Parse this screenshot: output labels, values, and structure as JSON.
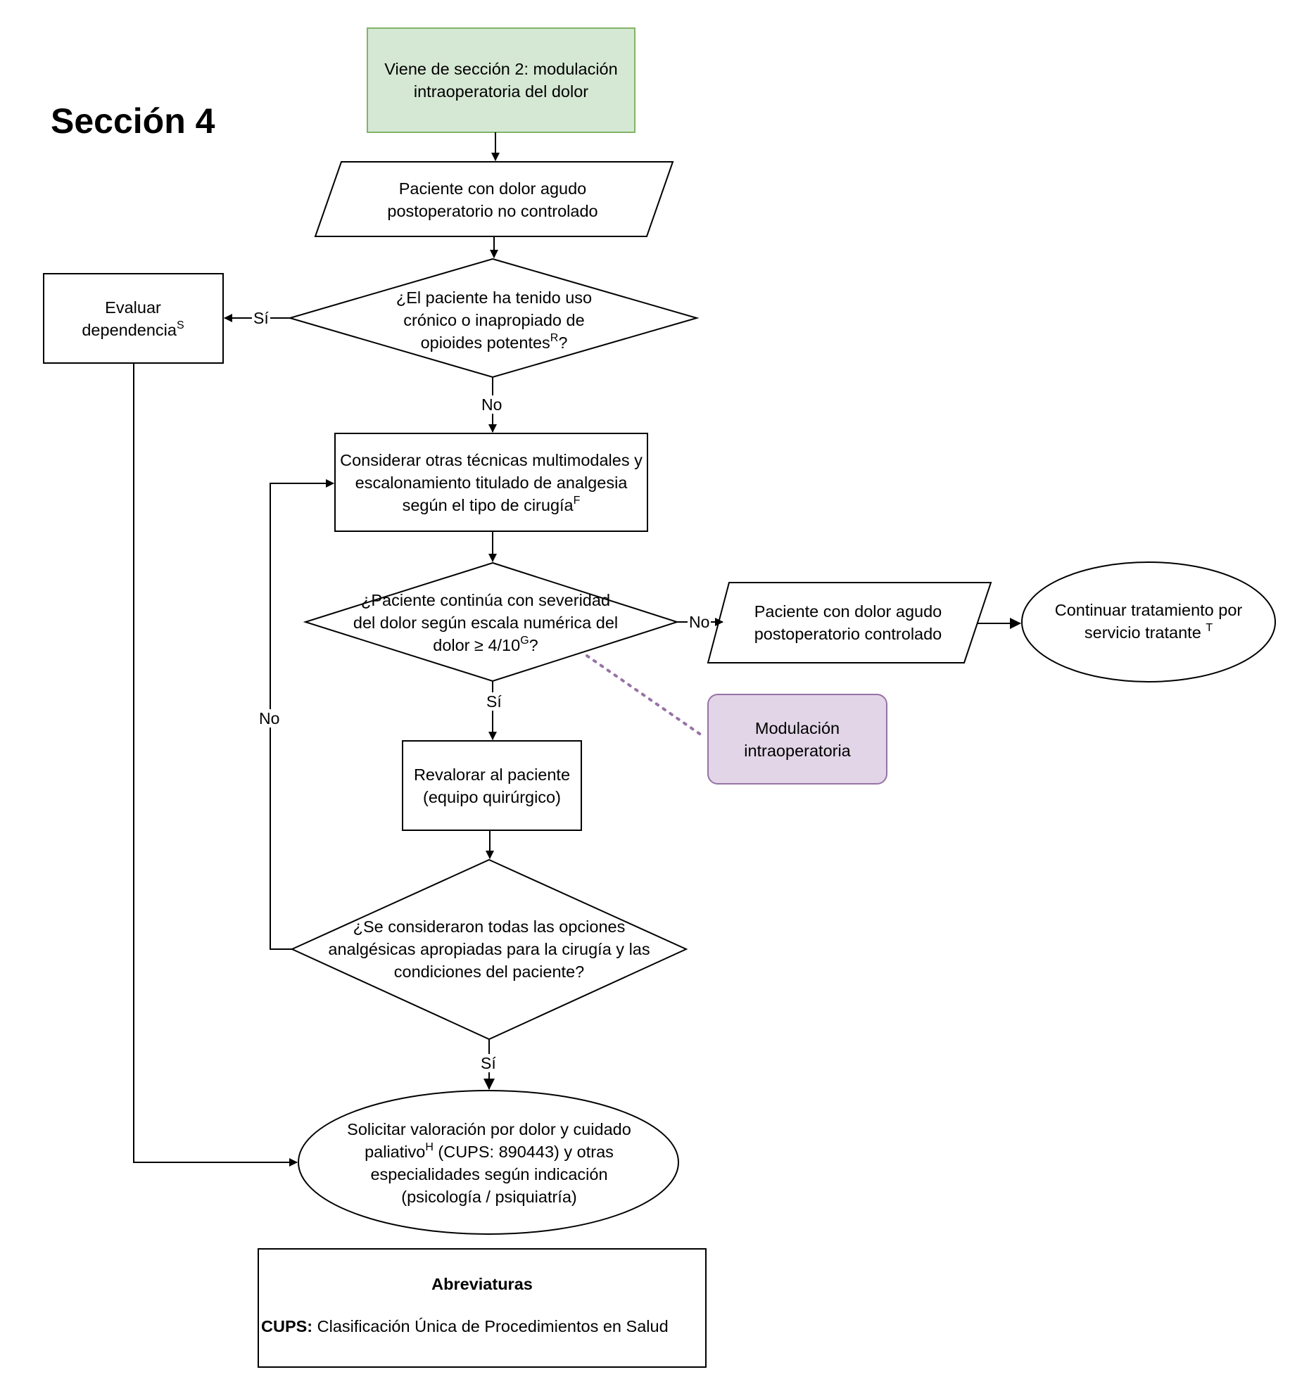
{
  "section_title": "Sección 4",
  "colors": {
    "start_fill": "#d5e8d4",
    "start_stroke": "#82b366",
    "note_fill": "#e1d5e7",
    "note_stroke": "#9673a6",
    "dotted_link": "#9673a6"
  },
  "nodes": {
    "start": {
      "text": "Viene de sección 2: modulación intraoperatoria del dolor"
    },
    "input_uncontrolled": {
      "text": "Paciente con dolor agudo postoperatorio no controlado"
    },
    "decision_opioids": {
      "text": "¿El paciente ha tenido uso crónico o inapropiado de opioides potentes",
      "sup": "R",
      "after": "?"
    },
    "evaluate_dependence": {
      "text": "Evaluar dependencia",
      "sup": "S"
    },
    "consider_techniques": {
      "text": "Considerar otras técnicas multimodales y escalonamiento titulado de analgesia según el tipo de cirugía",
      "sup": "F"
    },
    "decision_pain_scale": {
      "text": "¿Paciente continúa con severidad del dolor según escala numérica del dolor ≥ 4/10",
      "sup": "G",
      "after": "?"
    },
    "output_controlled": {
      "text": "Paciente con dolor agudo postoperatorio controlado"
    },
    "continue_treatment": {
      "text": "Continuar tratamiento por servicio tratante",
      "sup": "T"
    },
    "note_modulation": {
      "text": "Modulación intraoperatoria"
    },
    "reassess_patient": {
      "text": "Revalorar al paciente (equipo quirúrgico)"
    },
    "decision_options": {
      "text": "¿Se consideraron todas las opciones analgésicas apropiadas para la cirugía y las condiciones del paciente?"
    },
    "request_palliative": {
      "text": "Solicitar valoración por dolor y cuidado paliativo",
      "sup": "H",
      "after": " (CUPS: 890443) y otras especialidades según indicación (psicología / psiquiatría)"
    }
  },
  "edge_labels": {
    "opioids_yes": "Sí",
    "opioids_no": "No",
    "pain_no": "No",
    "pain_yes": "Sí",
    "options_no": "No",
    "options_yes": "Sí"
  },
  "abbreviations": {
    "title": "Abreviaturas",
    "items": [
      {
        "term": "CUPS:",
        "definition": " Clasificación Única de Procedimientos en Salud"
      }
    ]
  }
}
